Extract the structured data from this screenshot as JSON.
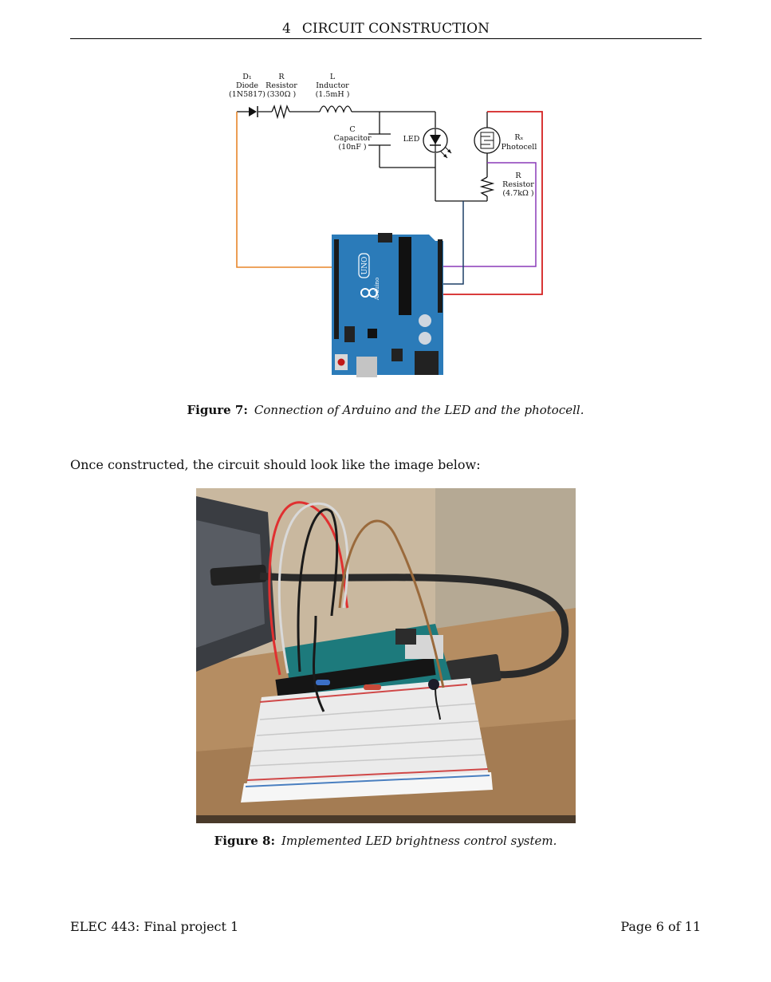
{
  "header": {
    "section_number": "4",
    "section_title": "CIRCUIT CONSTRUCTION"
  },
  "figure7": {
    "label": "Figure 7:",
    "caption": "Connection of Arduino and the LED and the photocell.",
    "components": {
      "diode": {
        "symbol": "D₁",
        "name": "Diode",
        "value": "(1N5817)"
      },
      "resistor1": {
        "symbol": "R",
        "name": "Resistor",
        "value": "(330Ω )"
      },
      "inductor": {
        "symbol": "L",
        "name": "Inductor",
        "value": "(1.5mH )"
      },
      "capacitor": {
        "symbol": "C",
        "name": "Capacitor",
        "value": "(10nF )"
      },
      "led": {
        "name": "LED"
      },
      "photocell": {
        "symbol": "Rₓ",
        "name": "Photocell"
      },
      "resistor2": {
        "symbol": "R",
        "name": "Resistor",
        "value": "(4.7kΩ )"
      }
    },
    "board": {
      "logo_text": "UNO",
      "brand": "Arduino"
    },
    "colors": {
      "board": "#2b7bb9",
      "wire_orange": "#e8862a",
      "wire_red": "#d42020",
      "wire_purple": "#8a3ab8",
      "wire_navy": "#1d3f66"
    }
  },
  "body_text": "Once constructed, the circuit should look like the image below:",
  "figure8": {
    "label": "Figure 8:",
    "caption": "Implemented LED brightness control system."
  },
  "footer": {
    "left": "ELEC 443: Final project 1",
    "right": "Page 6 of 11"
  }
}
